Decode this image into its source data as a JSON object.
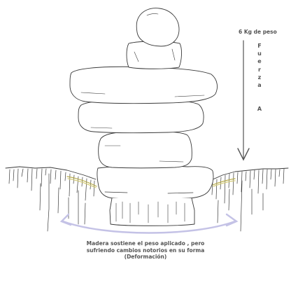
{
  "annotations": {
    "weight_label": "6 Kg de peso",
    "force_letters": [
      "F",
      "u",
      "e",
      "r",
      "z",
      "a"
    ],
    "force_name": "A",
    "caption_lines": [
      "Madera sostiene el peso aplicado , pero",
      "sufriendo cambios notorios en su forma",
      "(Deformación)"
    ]
  },
  "colors": {
    "sketch_line": "#3a3a3a",
    "bent_wood": "#c9c06a",
    "deformation_arrow": "#c4c2e6",
    "force_arrow": "#555555",
    "text": "#555555"
  }
}
